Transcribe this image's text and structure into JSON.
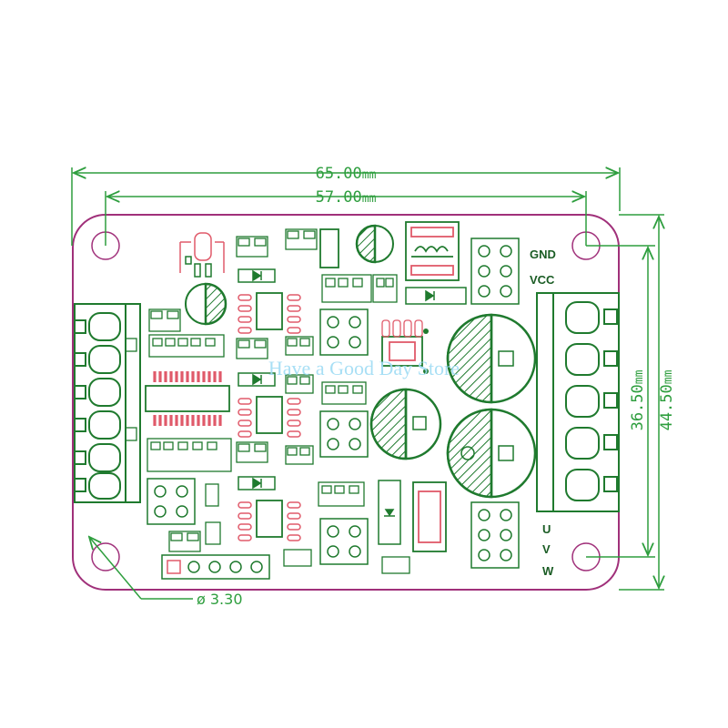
{
  "dimensions": {
    "total_width": "65.00",
    "hole_spacing_x": "57.00",
    "hole_spacing_y": "36.50",
    "total_height": "44.50",
    "unit": "mm",
    "hole_diameter": "ø 3.30"
  },
  "labels": {
    "gnd": "GND",
    "vcc": "VCC",
    "u": "U",
    "v": "V",
    "w": "W"
  },
  "watermark": "Have a Good Day Store",
  "colors": {
    "silkscreen": "#1f7a2e",
    "dimension": "#2e9e3e",
    "outline": "#a0307a",
    "pad": "#e05a6a",
    "watermark": "#9fdcf4"
  }
}
